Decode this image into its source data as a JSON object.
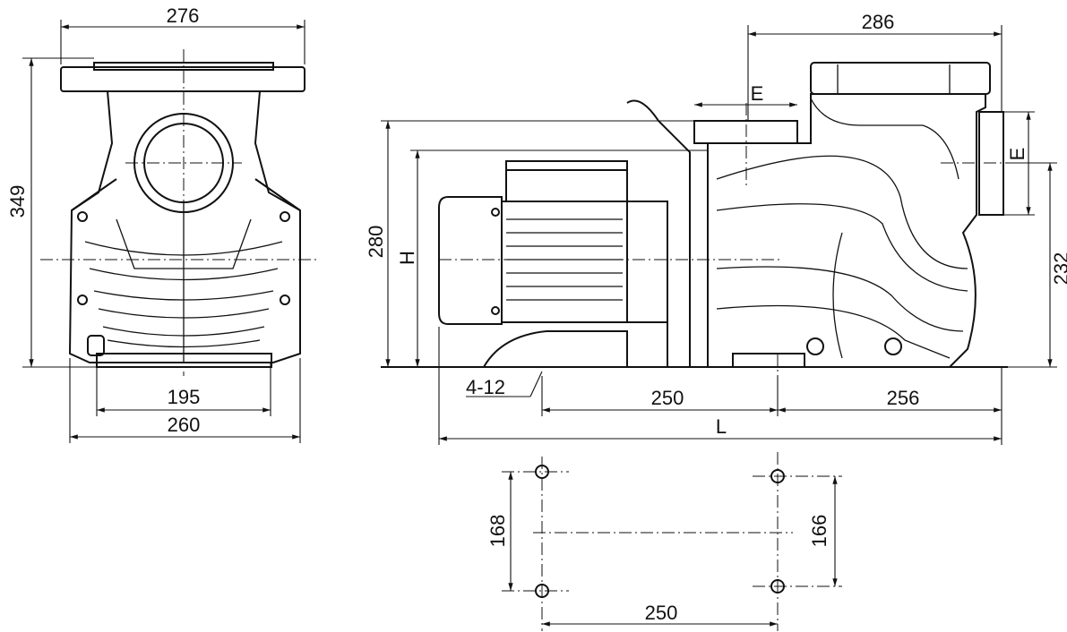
{
  "front_view": {
    "flange_width": "276",
    "total_height": "349",
    "base_hole_spacing": "195",
    "base_width": "260"
  },
  "side_view": {
    "body_length": "286",
    "outlet_label": "E",
    "inlet_label": "E",
    "outlet_height": "280",
    "shaft_height": "H",
    "inlet_height": "232",
    "mount_holes": "4-12",
    "hole_spacing": "250",
    "front_offset": "256",
    "total_length": "L"
  },
  "base_plan": {
    "left_hole_spacing": "168",
    "right_hole_spacing": "166",
    "hole_spacing": "250"
  }
}
